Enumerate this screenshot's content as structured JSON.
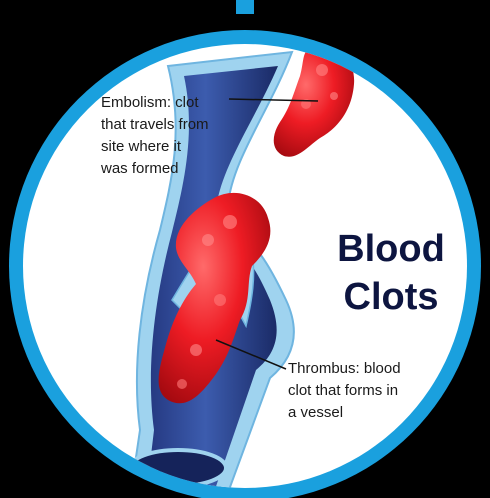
{
  "title": [
    "Blood",
    "Clots"
  ],
  "callouts": {
    "embolism": [
      "Embolism: clot",
      "that travels from",
      "site where it",
      "was formed"
    ],
    "thrombus": [
      "Thrombus: blood",
      "clot that forms in",
      "a vessel"
    ]
  },
  "colors": {
    "background": "#000000",
    "ring": "#1aa0de",
    "disc": "#ffffff",
    "vessel_dark": "#1c2c6e",
    "vessel_mid": "#3a58a8",
    "vessel_wall": "#8fc8ea",
    "clot": "#e8141c",
    "title": "#0d1540"
  }
}
